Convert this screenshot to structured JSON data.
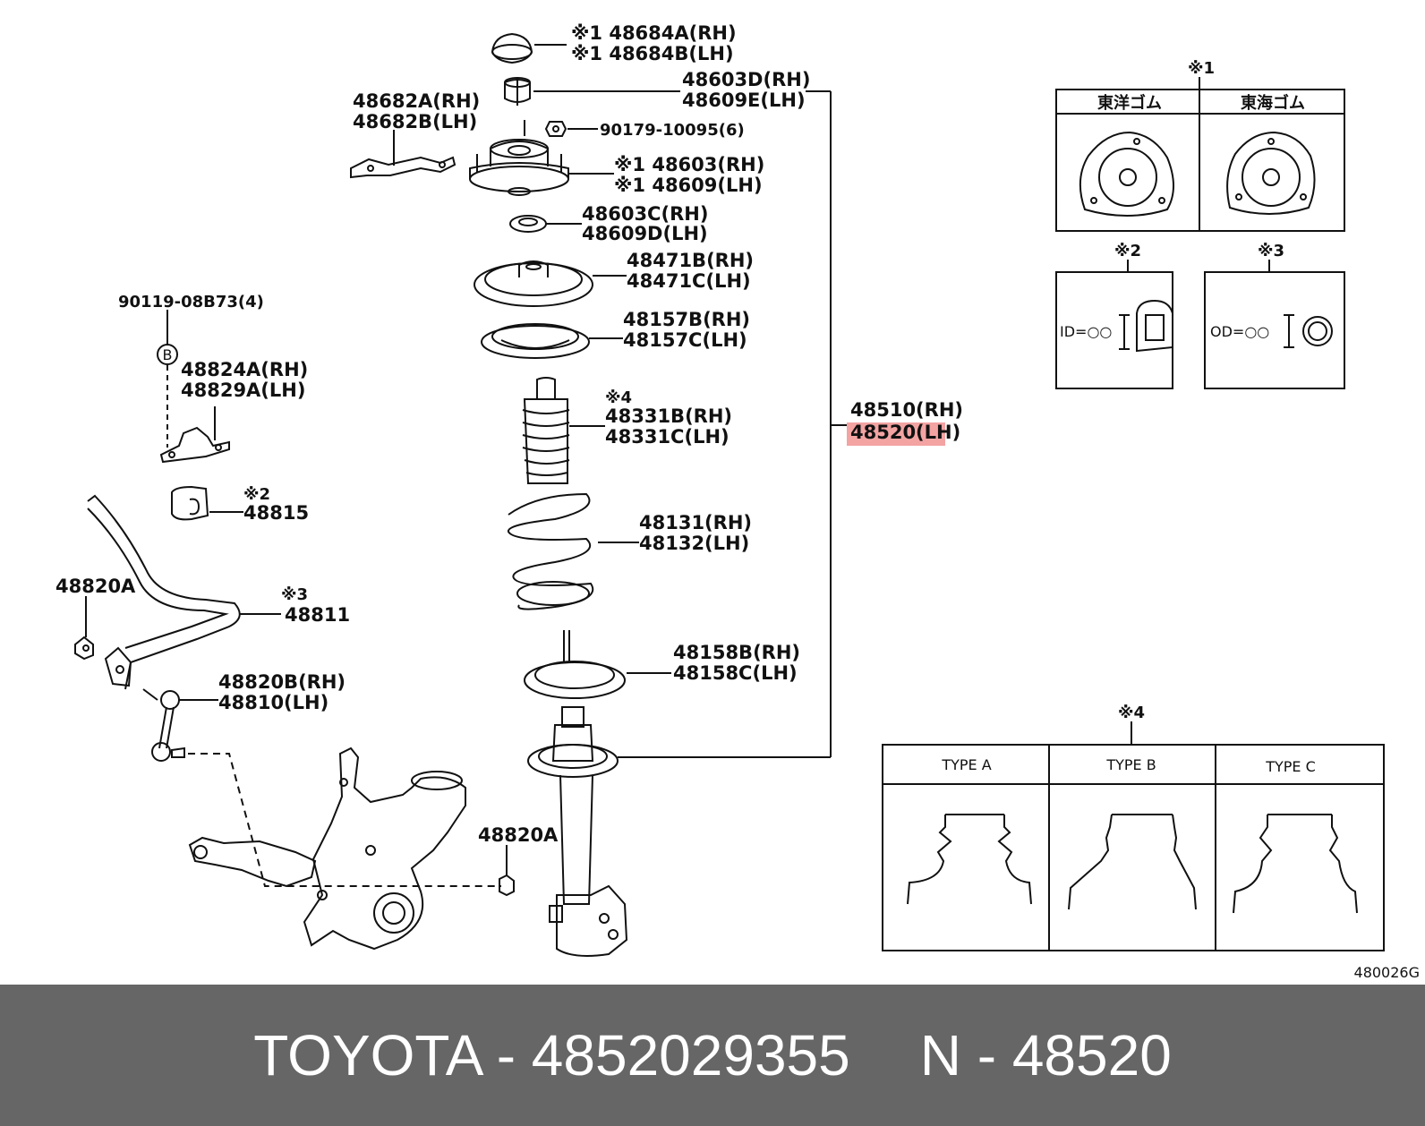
{
  "diagram_id": "480026G",
  "parts": {
    "cap_rh": "※1 48684A(RH)",
    "cap_lh": "※1 48684B(LH)",
    "nut_rh": "48603D(RH)",
    "nut_lh": "48609E(LH)",
    "bracket_rh": "48682A(RH)",
    "bracket_lh": "48682B(LH)",
    "bolt": "90179-10095(6)",
    "support_rh": "※1 48603(RH)",
    "support_lh": "※1 48609(LH)",
    "bearing_rh": "48603C(RH)",
    "bearing_lh": "48609D(LH)",
    "insulator_rh": "48471B(RH)",
    "insulator_lh": "48471C(LH)",
    "seat_upper_rh": "48157B(RH)",
    "seat_upper_lh": "48157C(LH)",
    "boot_mark": "※4",
    "boot_rh": "48331B(RH)",
    "boot_lh": "48331C(LH)",
    "spring_rh": "48131(RH)",
    "spring_lh": "48132(LH)",
    "seat_lower_rh": "48158B(RH)",
    "seat_lower_lh": "48158C(LH)",
    "strut_rh": "48510(RH)",
    "strut_lh": "48520(LH)",
    "stab_bolt": "90119-08B73(4)",
    "bolt_mark": "B",
    "stab_bracket_rh": "48824A(RH)",
    "stab_bracket_lh": "48829A(LH)",
    "bushing_mark": "※2",
    "bushing": "48815",
    "stab_nut_left": "48820A",
    "stab_bar_mark": "※3",
    "stab_bar": "48811",
    "link_rh": "48820B(RH)",
    "link_lh": "48810(LH)",
    "stab_nut_right": "48820A"
  },
  "inset1": {
    "mark": "※1",
    "col1": "東洋ゴム",
    "col2": "東海ゴム"
  },
  "inset2": {
    "mark": "※2",
    "label": "ID=○○"
  },
  "inset3": {
    "mark": "※3",
    "label": "OD=○○"
  },
  "inset4": {
    "mark": "※4",
    "types": [
      "TYPE A",
      "TYPE B",
      "TYPE C"
    ]
  },
  "highlight_color": "#f4a3a3",
  "footer": {
    "brand_part": "TOYOTA - 4852029355",
    "ref": "N - 48520"
  }
}
